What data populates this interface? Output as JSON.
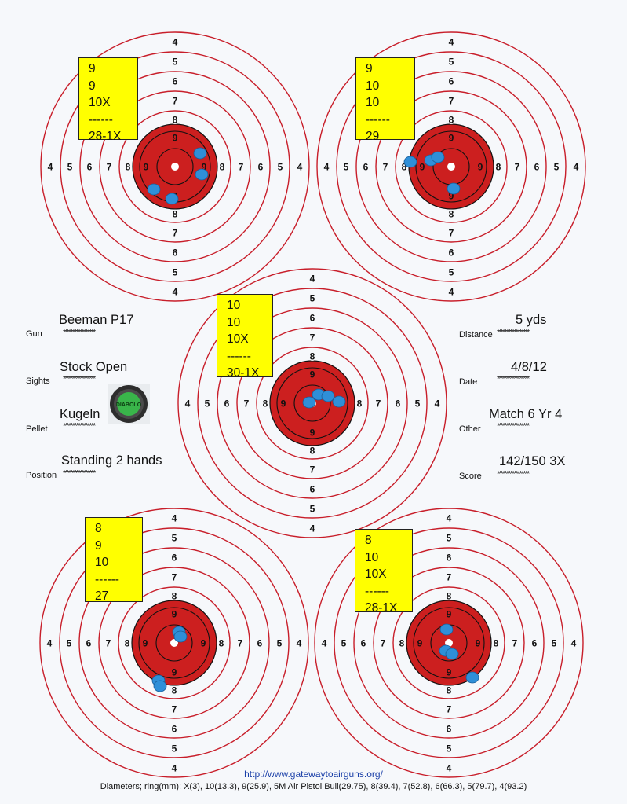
{
  "targets": [
    {
      "id": "top-left",
      "scores": [
        "9",
        "9",
        "10X",
        "------",
        "28-1X"
      ],
      "ring_labels": {
        "top": [
          "4",
          "5",
          "6",
          "7",
          "8",
          "9"
        ],
        "bottom": [
          "9",
          "8",
          "7",
          "6",
          "5",
          "4"
        ],
        "left": [
          "4",
          "5",
          "6",
          "7",
          "8",
          "9"
        ],
        "right": [
          "9",
          "8",
          "7",
          "6",
          "5",
          "4"
        ]
      }
    },
    {
      "id": "top-right",
      "scores": [
        "9",
        "10",
        "10",
        "------",
        "29"
      ],
      "ring_labels": {
        "top": [
          "4",
          "5",
          "6",
          "7",
          "8",
          "9"
        ],
        "bottom": [
          "9",
          "8",
          "7",
          "6",
          "5",
          "4"
        ],
        "left": [
          "4",
          "5",
          "6",
          "7",
          "8",
          "9"
        ],
        "right": [
          "9",
          "8",
          "7",
          "6",
          "5",
          "4"
        ]
      }
    },
    {
      "id": "center",
      "scores": [
        "10",
        "10",
        "10X",
        "------",
        "30-1X"
      ],
      "ring_labels": {
        "top": [
          "4",
          "5",
          "6",
          "7",
          "8",
          "9"
        ],
        "bottom": [
          "9",
          "8",
          "7",
          "6",
          "5",
          "4"
        ],
        "left": [
          "4",
          "5",
          "6",
          "7",
          "8",
          "9"
        ],
        "right": [
          "9",
          "8",
          "7",
          "6",
          "5",
          "4"
        ]
      }
    },
    {
      "id": "bottom-left",
      "scores": [
        "8",
        "9",
        "10",
        "------",
        "27"
      ],
      "ring_labels": {
        "top": [
          "4",
          "5",
          "6",
          "7",
          "8",
          "9"
        ],
        "bottom": [
          "9",
          "8",
          "7",
          "6",
          "5",
          "4"
        ],
        "left": [
          "4",
          "5",
          "6",
          "7",
          "8",
          "9"
        ],
        "right": [
          "9",
          "8",
          "7",
          "6",
          "5",
          "4"
        ]
      }
    },
    {
      "id": "bottom-right",
      "scores": [
        "8",
        "10",
        "10X",
        "------",
        "28-1X"
      ],
      "ring_labels": {
        "top": [
          "4",
          "5",
          "6",
          "7",
          "8",
          "9"
        ],
        "bottom": [
          "9",
          "8",
          "7",
          "6",
          "5",
          "4"
        ],
        "left": [
          "4",
          "5",
          "6",
          "7",
          "8",
          "9"
        ],
        "right": [
          "9",
          "8",
          "7",
          "6",
          "5",
          "4"
        ]
      }
    }
  ],
  "info_left": [
    {
      "label": "Gun",
      "value": "Beeman P17"
    },
    {
      "label": "Sights",
      "value": "Stock Open"
    },
    {
      "label": "Pellet",
      "value": "Kugeln"
    },
    {
      "label": "Position",
      "value": "Standing 2 hands"
    }
  ],
  "info_right": [
    {
      "label": "Distance",
      "value": "5 yds"
    },
    {
      "label": "Date",
      "value": "4/8/12"
    },
    {
      "label": "Other",
      "value": "Match 6 Yr 4"
    },
    {
      "label": "Score",
      "value": "142/150 3X"
    }
  ],
  "stars": "*****************",
  "pellet_tin": {
    "brand": "DIABOLO",
    "icon": "pellet-tin-icon"
  },
  "footer": {
    "url": "http://www.gatewaytoairguns.org/",
    "diameters": "Diameters; ring(mm):  X(3), 10(13.3), 9(25.9), 5M Air Pistol Bull(29.75), 8(39.4), 7(52.8), 6(66.3), 5(79.7), 4(93.2)"
  },
  "colors": {
    "paper": "#f6f8fb",
    "ring_line": "#c81e2a",
    "bull": "#cc1f1f",
    "bull_line": "#111111",
    "score_card": "#ffff00",
    "pellet_hole": "#2f8fd8",
    "url": "#1a3fa8"
  }
}
